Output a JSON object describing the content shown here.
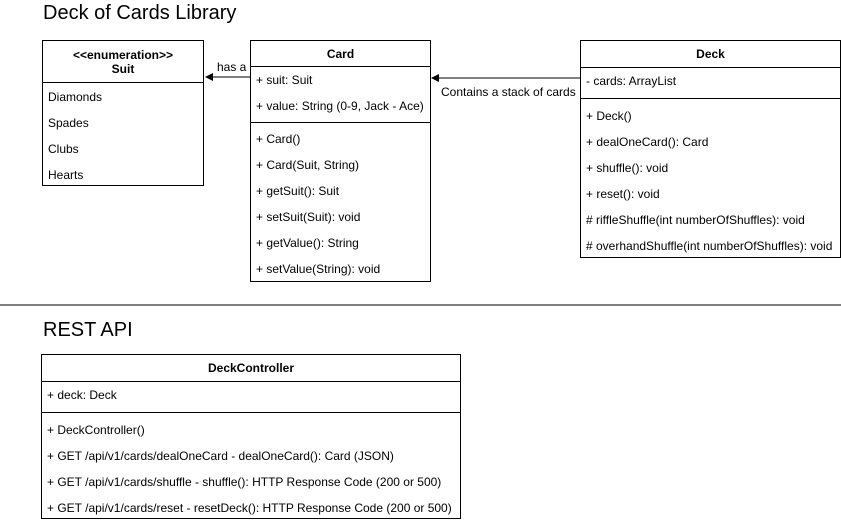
{
  "library_title": "Deck of Cards Library",
  "api_title": "REST API",
  "suit_box": {
    "stereotype": "<<enumeration>>",
    "name": "Suit",
    "values": [
      "Diamonds",
      "Spades",
      "Clubs",
      "Hearts"
    ]
  },
  "card_box": {
    "name": "Card",
    "attributes": [
      "+ suit: Suit",
      "+ value: String (0-9, Jack - Ace)"
    ],
    "methods": [
      "+ Card()",
      "+ Card(Suit, String)",
      "+ getSuit(): Suit",
      "+ setSuit(Suit): void",
      "+ getValue(): String",
      "+ setValue(String): void"
    ]
  },
  "deck_box": {
    "name": "Deck",
    "attributes": [
      "- cards: ArrayList"
    ],
    "methods": [
      "+ Deck()",
      "+ dealOneCard(): Card",
      "+ shuffle(): void",
      "+ reset(): void",
      "# riffleShuffle(int numberOfShuffles): void",
      "# overhandShuffle(int numberOfShuffles): void"
    ]
  },
  "controller_box": {
    "name": "DeckController",
    "attributes": [
      "+ deck: Deck"
    ],
    "methods": [
      "+ DeckController()",
      "+ GET /api/v1/cards/dealOneCard - dealOneCard(): Card (JSON)",
      "+ GET /api/v1/cards/shuffle - shuffle(): HTTP Response Code (200 or 500)",
      "+ GET /api/v1/cards/reset - resetDeck(): HTTP Response Code (200 or 500)"
    ]
  },
  "relations": {
    "card_to_suit": "has a",
    "deck_to_card": "Contains a stack of cards"
  }
}
